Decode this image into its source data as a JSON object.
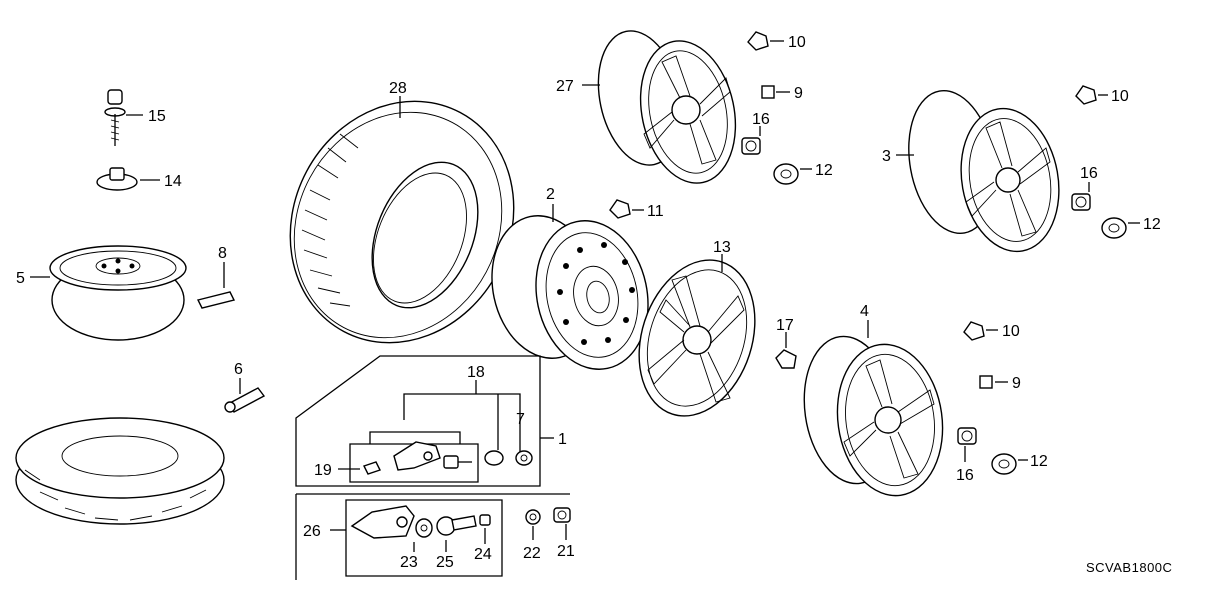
{
  "diagram": {
    "code": "SCVAB1800C",
    "callouts": {
      "c1": "1",
      "c2": "2",
      "c3": "3",
      "c4": "4",
      "c5": "5",
      "c6": "6",
      "c7": "7",
      "c8": "8",
      "c9a": "9",
      "c9b": "9",
      "c10a": "10",
      "c10b": "10",
      "c10c": "10",
      "c11": "11",
      "c12a": "12",
      "c12b": "12",
      "c12c": "12",
      "c13": "13",
      "c14": "14",
      "c15": "15",
      "c16a": "16",
      "c16b": "16",
      "c16c": "16",
      "c17": "17",
      "c18": "18",
      "c19": "19",
      "c21": "21",
      "c22": "22",
      "c23": "23",
      "c24": "24",
      "c25": "25",
      "c26": "26",
      "c27": "27",
      "c28": "28"
    },
    "icons": {
      "tire": "tire-icon",
      "wheel": "wheel-icon",
      "wheel_cover": "wheel-cover-icon",
      "nut": "nut-icon",
      "valve": "valve-icon",
      "sensor": "tpms-sensor-icon"
    }
  }
}
